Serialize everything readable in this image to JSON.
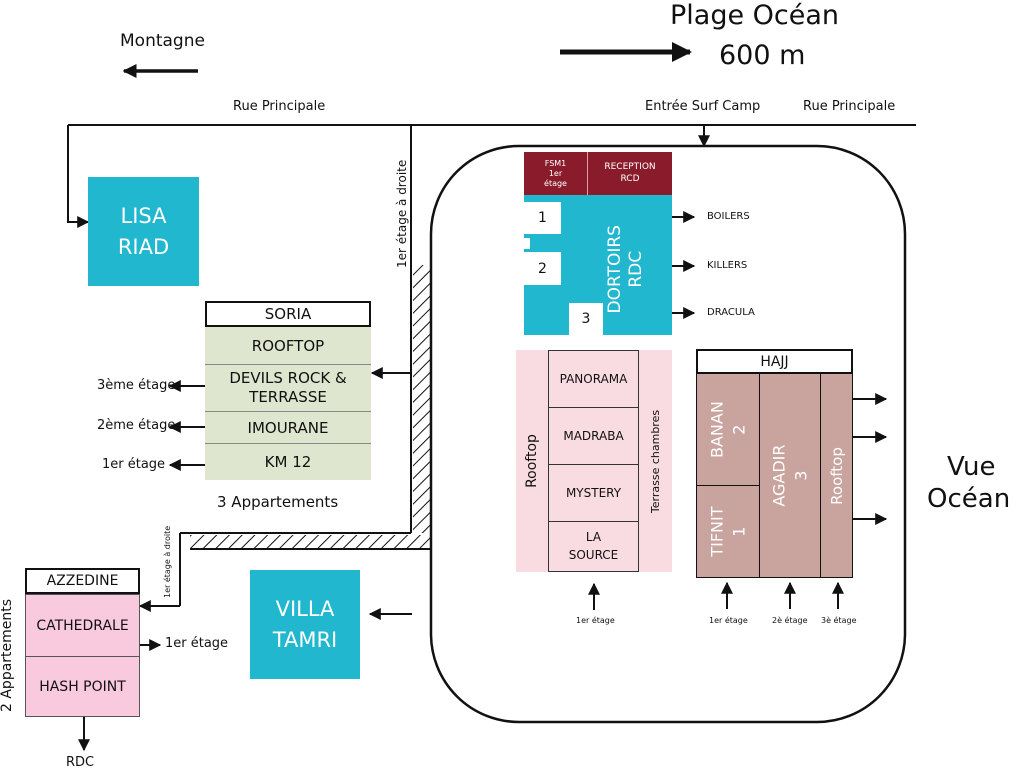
{
  "top": {
    "beach_title": "Plage Océan",
    "beach_distance": "600 m",
    "mountain": "Montagne"
  },
  "streets": {
    "main_left": "Rue Principale",
    "main_right": "Rue Principale",
    "surf_entrance": "Entrée Surf Camp",
    "first_floor_right": "1er étage à droite",
    "first_floor_right_small": "1er étage à droite"
  },
  "lisa_riad": {
    "line1": "LISA",
    "line2": "RIAD"
  },
  "villa_tamri": {
    "line1": "VILLA",
    "line2": "TAMRI"
  },
  "soria": {
    "title": "SORIA",
    "rooms": [
      "ROOFTOP",
      "DEVILS ROCK & TERRASSE",
      "IMOURANE",
      "KM 12"
    ],
    "floors": [
      "3ème étage",
      "2ème étage",
      "1er étage"
    ],
    "footer": "3 Appartements"
  },
  "azzedine": {
    "title": "AZZEDINE",
    "rooms": [
      "CATHEDRALE",
      "HASH POINT"
    ],
    "floor": "1er étage",
    "ground": "RDC",
    "side": "2 Appartements"
  },
  "camp": {
    "fsm": {
      "line1": "FSM1",
      "line2": "1er",
      "line3": "étage"
    },
    "reception": {
      "line1": "RECEPTION",
      "line2": "RCD"
    },
    "dorms": {
      "title1": "DORTOIRS",
      "title2": "RDC",
      "numbers": [
        "1",
        "2",
        "3"
      ],
      "names": [
        "BOILERS",
        "KILLERS",
        "DRACULA"
      ]
    },
    "rooftop_block": {
      "left": "Rooftop",
      "right": "Terrasse chambres",
      "rooms": [
        "PANORAMA",
        "MADRABA",
        "MYSTERY",
        "LA SOURCE"
      ],
      "floor": "1er étage"
    },
    "hajj": {
      "title": "HAJJ",
      "banan": "BANAN 2",
      "tifnit": "TIFNIT 1",
      "agadir": "AGADIR 3",
      "rooftop": "Rooftop",
      "floors": [
        "1er étage",
        "2è étage",
        "3è étage"
      ]
    }
  },
  "ocean_view": {
    "line1": "Vue",
    "line2": "Océan"
  },
  "colors": {
    "teal": "#21b7cf",
    "maroon": "#8a1b2b",
    "sage": "#dfe6cf",
    "pink": "#f9c9dd",
    "rose": "#c9a49f",
    "light_pink": "#f9dbe2"
  }
}
